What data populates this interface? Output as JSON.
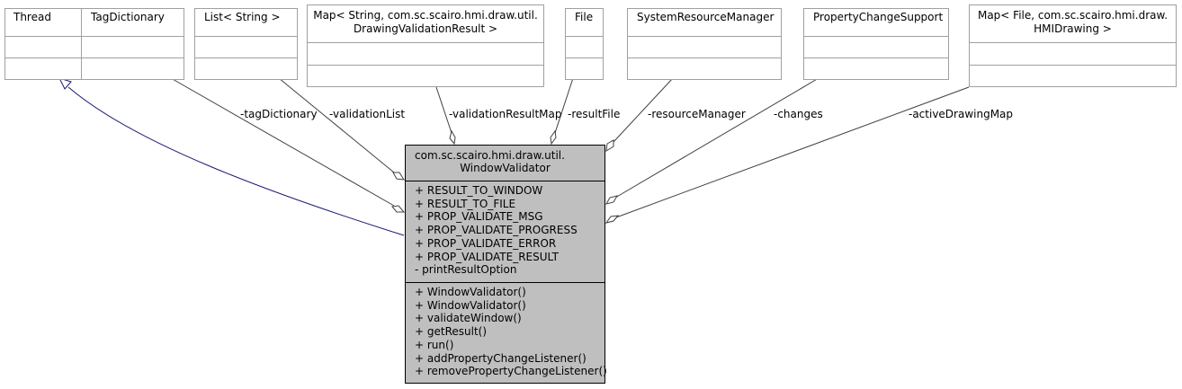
{
  "classes": [
    {
      "name": "Thread"
    },
    {
      "name": "TagDictionary"
    },
    {
      "name": "List< String >"
    },
    {
      "name_line1": "Map< String, com.sc.scairo.hmi.draw.util.",
      "name_line2": "DrawingValidationResult >"
    },
    {
      "name": "File"
    },
    {
      "name": "SystemResourceManager"
    },
    {
      "name": "PropertyChangeSupport"
    },
    {
      "name_line1": "Map< File, com.sc.scairo.hmi.draw.",
      "name_line2": "HMIDrawing >"
    }
  ],
  "main_class": {
    "name_line1": "com.sc.scairo.hmi.draw.util.",
    "name_line2": "WindowValidator",
    "attributes": [
      "+ RESULT_TO_WINDOW",
      "+ RESULT_TO_FILE",
      "+ PROP_VALIDATE_MSG",
      "+ PROP_VALIDATE_PROGRESS",
      "+ PROP_VALIDATE_ERROR",
      "+ PROP_VALIDATE_RESULT",
      "- printResultOption"
    ],
    "methods": [
      "+ WindowValidator()",
      "+ WindowValidator()",
      "+ validateWindow()",
      "+ getResult()",
      "+ run()",
      "+ addPropertyChangeListener()",
      "+ removePropertyChangeListener()"
    ]
  },
  "edge_labels": [
    "-tagDictionary",
    "-validationList",
    "-validationResultMap",
    "-resultFile",
    "-resourceManager",
    "-changes",
    "-activeDrawingMap"
  ],
  "colors": {
    "inheritance": "#191970",
    "association": "#404040",
    "main_fill": "#bfbfbf",
    "box_border": "#a0a0a0"
  }
}
